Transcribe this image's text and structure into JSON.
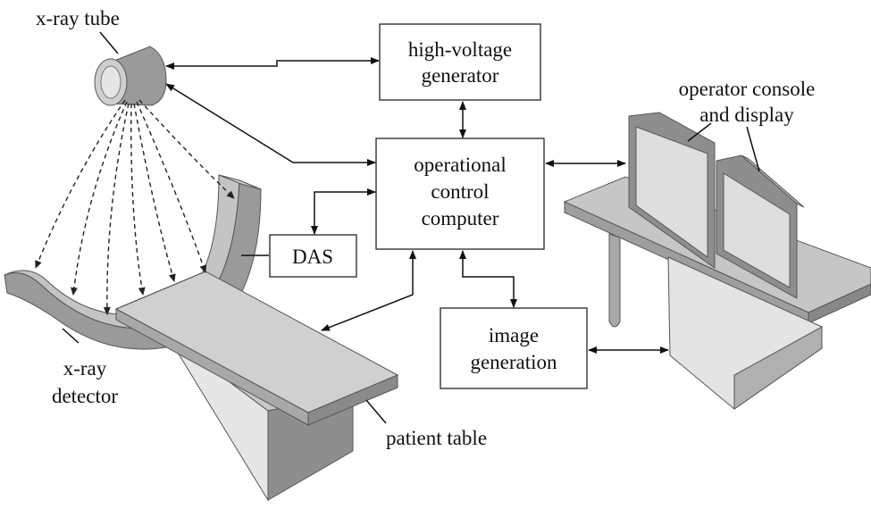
{
  "labels": {
    "xray_tube": "x-ray tube",
    "hv_generator_line1": "high-voltage",
    "hv_generator_line2": "generator",
    "operator_console_line1": "operator console",
    "operator_console_line2": "and display",
    "control_computer_line1": "operational",
    "control_computer_line2": "control",
    "control_computer_line3": "computer",
    "das": "DAS",
    "image_generation_line1": "image",
    "image_generation_line2": "generation",
    "xray_detector_line1": "x-ray",
    "xray_detector_line2": "detector",
    "patient_table": "patient table"
  },
  "colors": {
    "light_gray": "#e2e2e2",
    "mid_gray": "#b4b4b4",
    "dark_gray": "#8a8a8a",
    "screen": "#dcdcdc"
  }
}
